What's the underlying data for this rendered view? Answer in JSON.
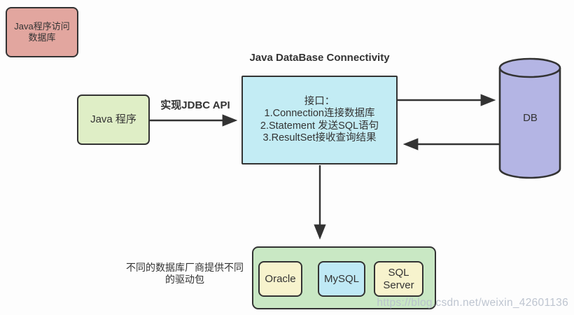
{
  "diagram": {
    "title": "Java DataBase Connectivity",
    "nodes": {
      "overview": {
        "line1": "Java程序访问",
        "line2": "数据库"
      },
      "java_program": {
        "label": "Java 程序"
      },
      "jdbc_interface": {
        "line1": "接口：",
        "line2": "1.Connection连接数据库",
        "line3": "2.Statement 发送SQL语句",
        "line4": "3.ResultSet接收查询结果"
      },
      "database": {
        "label": "DB"
      },
      "drivers": {
        "oracle": "Oracle",
        "mysql": "MySQL",
        "sqlserver": "SQL Server"
      }
    },
    "edges": {
      "java_to_jdbc_label": "实现JDBC API"
    },
    "caption": {
      "line1": "不同的数据库厂商提供不同",
      "line2": "的驱动包"
    },
    "watermark": "https://blog.csdn.net/weixin_42601136",
    "colors": {
      "background": "#fdfdfd",
      "border": "#333333",
      "overview_box": "#e2a69f",
      "java_box": "#dfeec6",
      "jdbc_box": "#c3ecf4",
      "db_cylinder": "#b4b5e4",
      "drivers_container": "#c9e8c4",
      "driver_yellow": "#f7f3cd",
      "driver_blue": "#bfe9f5",
      "watermark_text": "#bbc2cd"
    }
  }
}
